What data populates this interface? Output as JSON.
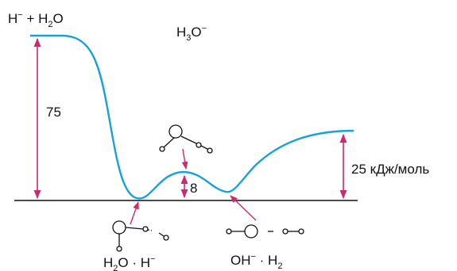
{
  "colors": {
    "curve": "#1aa0d8",
    "arrow": "#cc2a6a",
    "line": "#111111"
  },
  "labels": {
    "reactants": {
      "main": "H",
      "sup1": "−",
      "mid": " + H",
      "sub": "2",
      "end": "O"
    },
    "transition": {
      "main": "H",
      "sub": "3",
      "mid": "O",
      "sup": "−"
    },
    "complex_left": {
      "a": "H",
      "sub": "2",
      "b": "O · H",
      "sup": "−"
    },
    "complex_right": {
      "a": "OH",
      "sup": "−",
      "b": " · H",
      "sub": "2"
    },
    "barrier_left": "75",
    "barrier_middle": "8",
    "barrier_right": "25 кДж/моль"
  }
}
